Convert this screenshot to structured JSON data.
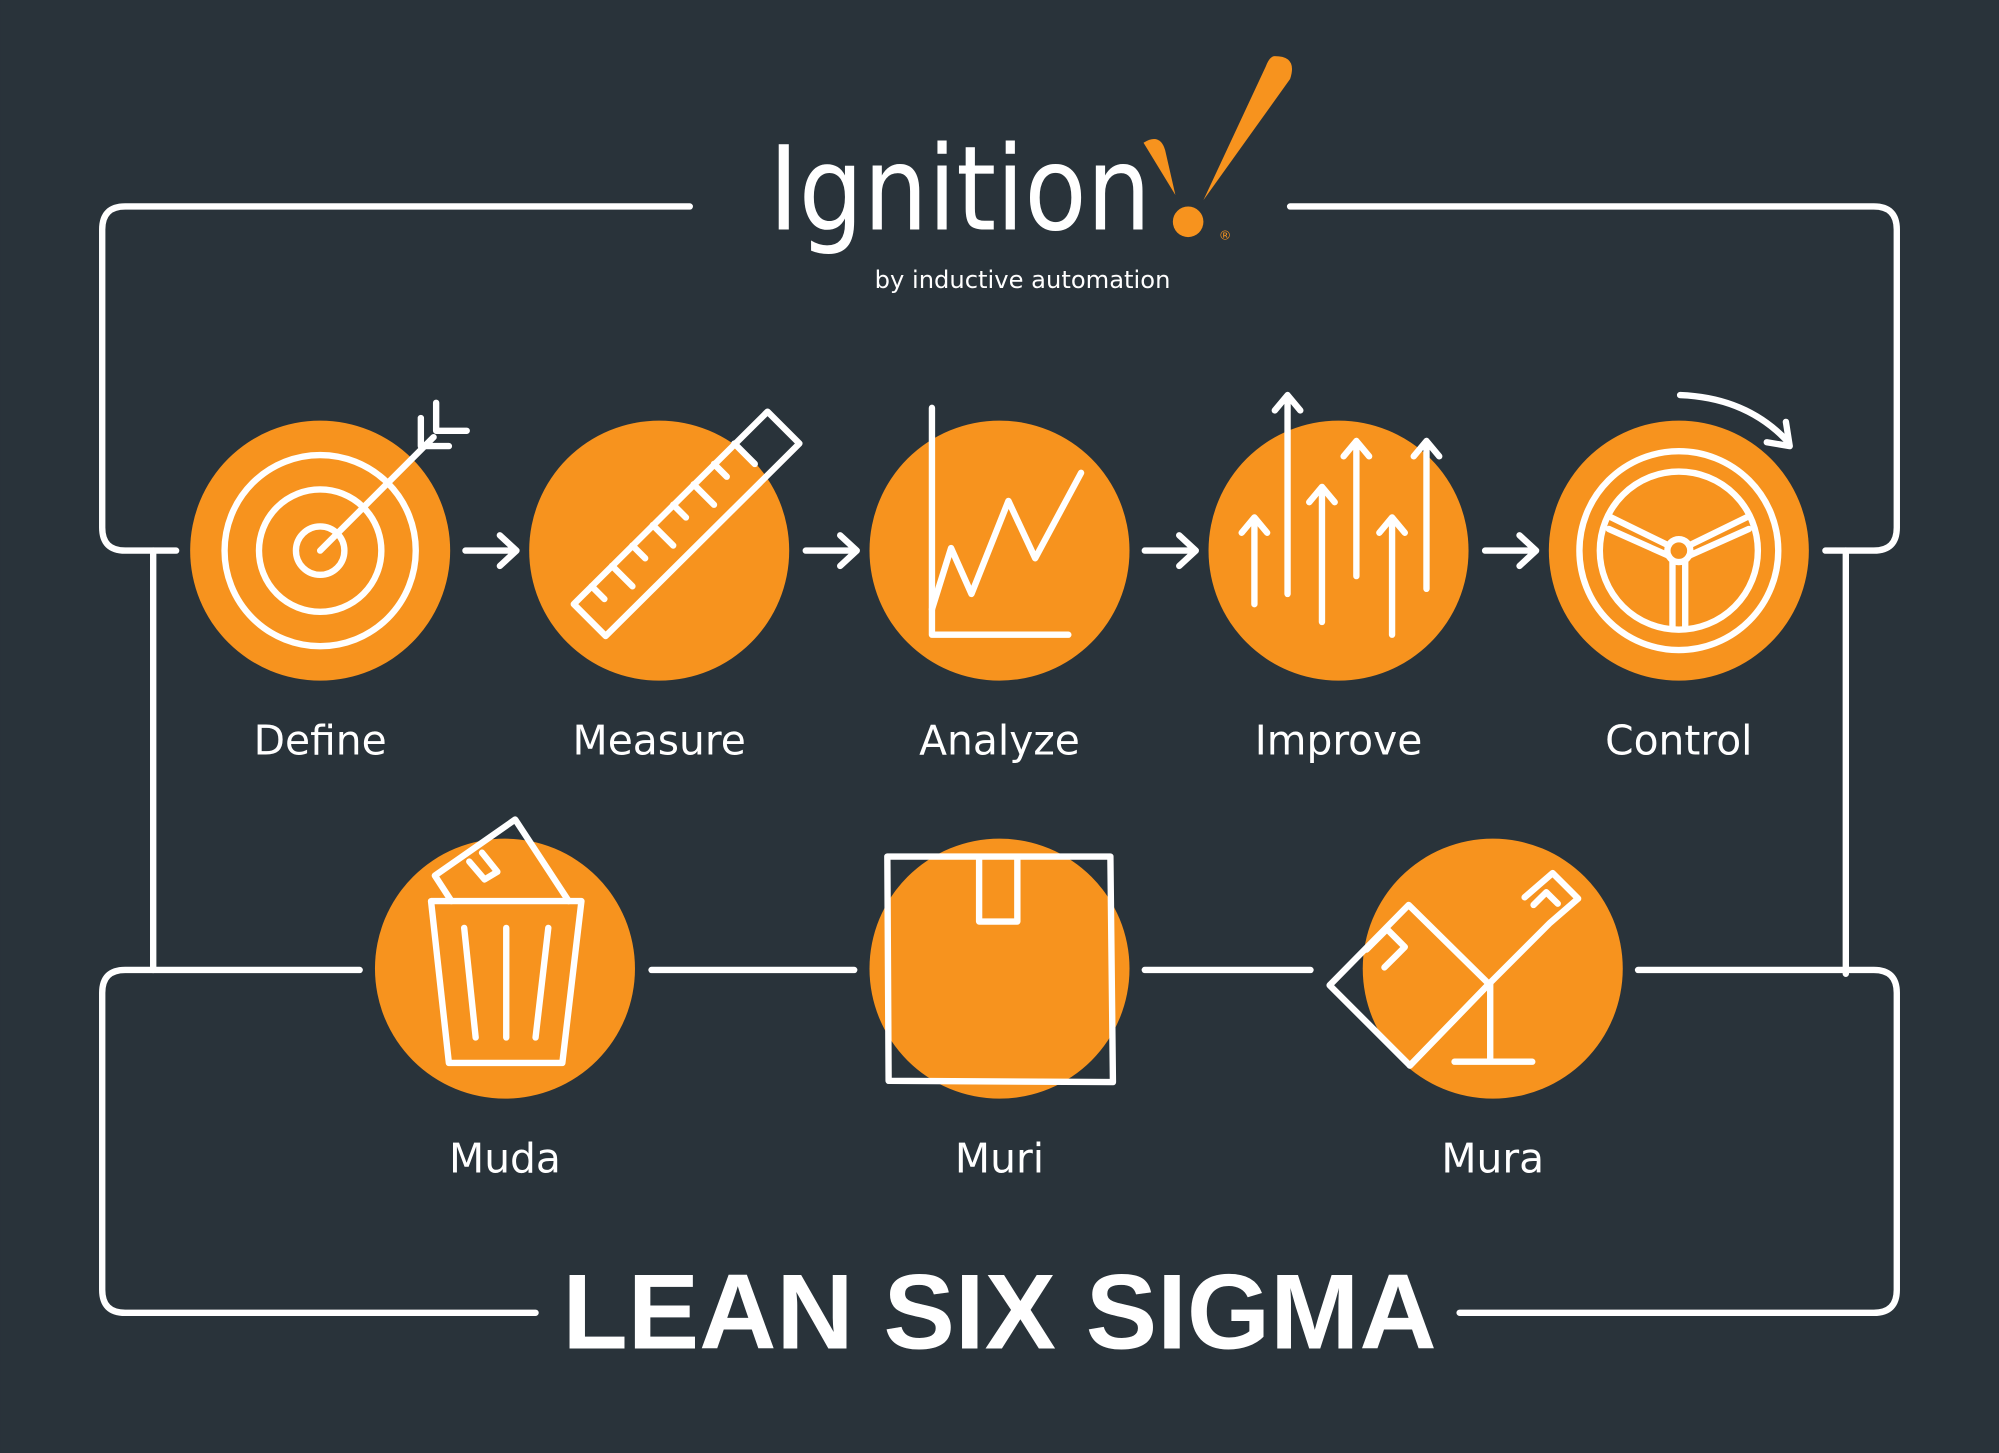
{
  "logo": {
    "brand": "Ignition",
    "tagline": "by inductive automation",
    "registered": "®"
  },
  "colors": {
    "background": "#29333a",
    "accent": "#f7931e",
    "line": "#ffffff"
  },
  "steps": [
    {
      "label": "Define",
      "icon": "target-icon"
    },
    {
      "label": "Measure",
      "icon": "ruler-icon"
    },
    {
      "label": "Analyze",
      "icon": "line-chart-icon"
    },
    {
      "label": "Improve",
      "icon": "up-arrows-icon"
    },
    {
      "label": "Control",
      "icon": "steering-wheel-icon"
    }
  ],
  "wastes": [
    {
      "label": "Muda",
      "icon": "trash-bin-icon"
    },
    {
      "label": "Muri",
      "icon": "box-icon"
    },
    {
      "label": "Mura",
      "icon": "unbalanced-scale-icon"
    }
  ],
  "title": "LEAN SIX SIGMA"
}
